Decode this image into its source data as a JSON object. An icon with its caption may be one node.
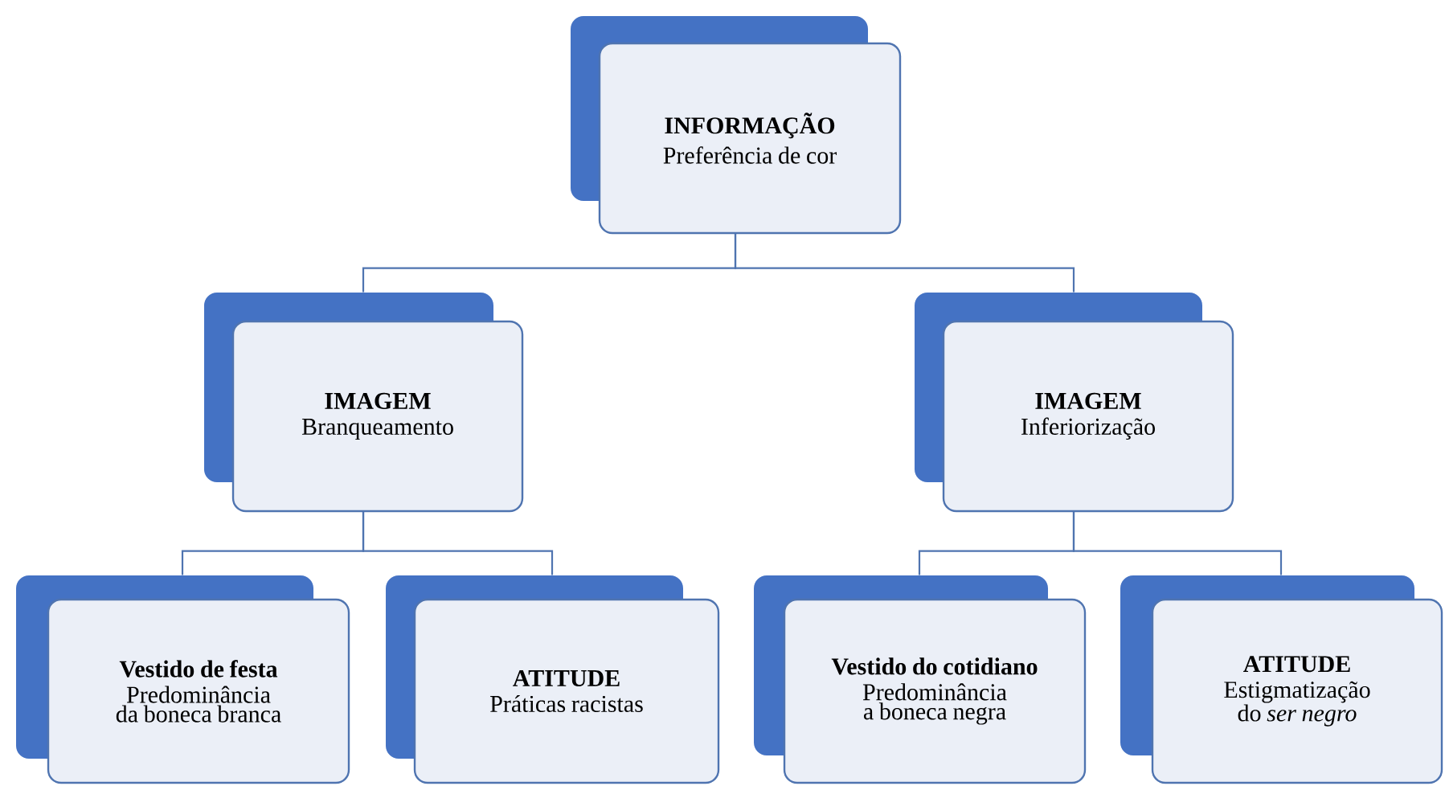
{
  "diagram": {
    "nodes": [
      {
        "text": [
          "INFORMAÇÃO",
          "Preferência de cor"
        ]
      },
      {
        "text": [
          "IMAGEM",
          "Branqueamento"
        ]
      },
      {
        "text": [
          "IMAGEM",
          "Inferiorização"
        ]
      },
      {
        "text": [
          "Vestido de festa",
          "Predominância da boneca branca"
        ]
      },
      {
        "text": [
          "ATITUDE",
          "Práticas racistas"
        ]
      },
      {
        "text": [
          "Vestido do cotidiano",
          "Predominância a boneca negra"
        ]
      },
      {
        "text": [
          "ATITUDE",
          "Estigmatização do *ser negro*"
        ]
      }
    ],
    "edges": [
      {
        "from": 0,
        "to": 1,
        "arrow": "none"
      },
      {
        "from": 0,
        "to": 2,
        "arrow": "none"
      },
      {
        "from": 1,
        "to": 3,
        "arrow": "none"
      },
      {
        "from": 1,
        "to": 4,
        "arrow": "none"
      },
      {
        "from": 2,
        "to": 5,
        "arrow": "none"
      },
      {
        "from": 2,
        "to": 6,
        "arrow": "none"
      }
    ]
  }
}
